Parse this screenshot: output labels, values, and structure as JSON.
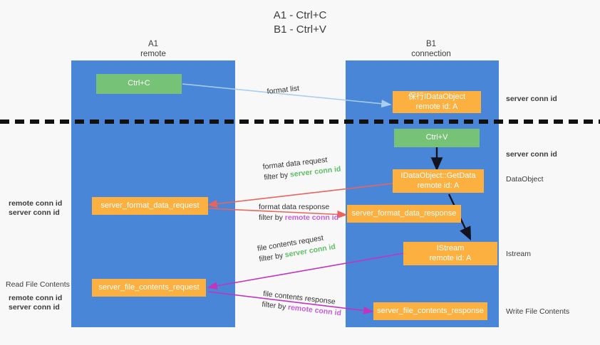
{
  "title": {
    "line1": "A1 - Ctrl+C",
    "line2": "B1 - Ctrl+V"
  },
  "lanes": [
    {
      "name": "A1",
      "sub": "remote"
    },
    {
      "name": "B1",
      "sub": "connection"
    }
  ],
  "colors": {
    "lane": "#4a86d8",
    "orange": "#fbb03f",
    "green": "#76c276",
    "server_conn": "#5fbe67",
    "remote_conn": "#c35fd6",
    "arrow_blue": "#a8cdee",
    "arrow_red": "#e8645c",
    "arrow_magenta": "#c035c0",
    "arrow_dark": "#13131f"
  },
  "nodes": {
    "ctrl_c": "Ctrl+C",
    "ctrl_v": "Ctrl+V",
    "data_object_line1": "保行IDataObject",
    "data_object_line2": "remote id: A",
    "get_data_line1": "IDataObject::GetData",
    "get_data_line2": "remote id: A",
    "istream_line1": "IStream",
    "istream_line2": "remote id: A",
    "server_format_data_request": "server_format_data_request",
    "server_format_data_response": "server_format_data_response",
    "server_file_contents_request": "server_file_contents_request",
    "server_file_contents_response": "server_file_contents_response"
  },
  "edges": {
    "format_list": "format list",
    "format_data_request": "format data request",
    "format_data_request_filter_prefix": "filter by ",
    "format_data_request_filter_value": "server conn id",
    "format_data_response": "format data response",
    "format_data_response_filter_prefix": "filter by ",
    "format_data_response_filter_value": "remote conn id",
    "file_contents_request": "file contents request",
    "file_contents_request_filter_prefix": "filter by ",
    "file_contents_request_filter_value": "server conn id",
    "file_contents_response": "file contents response",
    "file_contents_response_filter_prefix": "filter by ",
    "file_contents_response_filter_value": "remote conn id"
  },
  "annotations": {
    "right_server_conn_top": "server conn id",
    "right_server_conn_mid": "server conn id",
    "right_data_object": "DataObject",
    "right_istream": "Istream",
    "right_write_file_contents": "Write File Contents",
    "left_remote_conn_1": "remote conn id",
    "left_server_conn_1": "server conn id",
    "left_read_file_contents": "Read File Contents",
    "left_remote_conn_2": "remote conn id",
    "left_server_conn_2": "server conn id"
  }
}
